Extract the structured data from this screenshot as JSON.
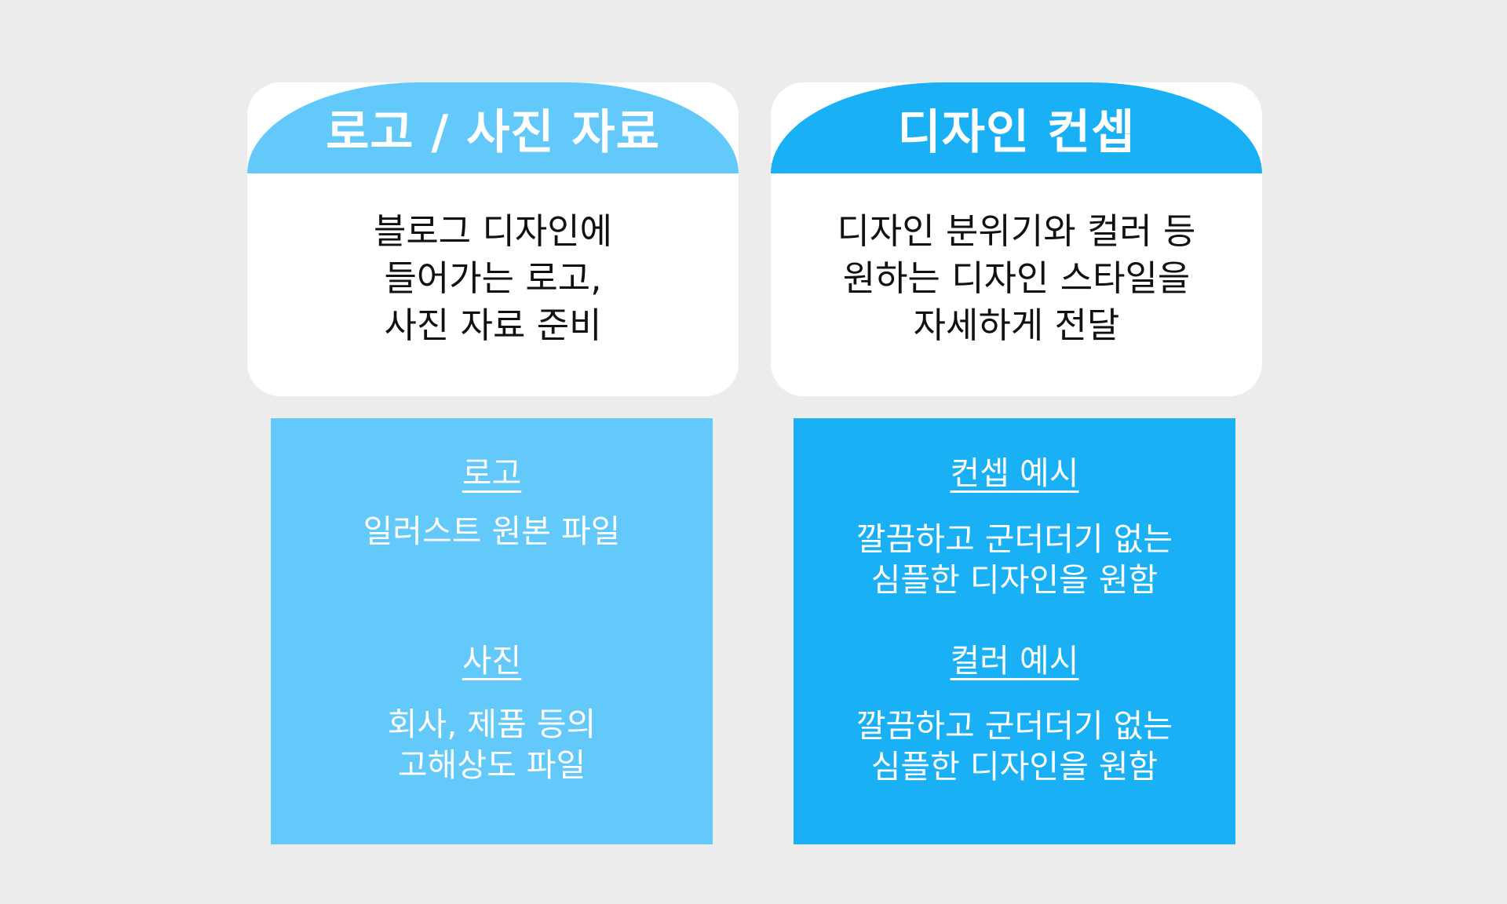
{
  "cards": [
    {
      "title": "로고 / 사진 자료",
      "lines": [
        "블로그 디자인에",
        "들어가는 로고,",
        "사진 자료 준비"
      ],
      "header_color": "#63c8fa"
    },
    {
      "title": "디자인 컨셉",
      "lines": [
        "디자인 분위기와 컬러 등",
        "원하는 디자인 스타일을",
        "자세하게 전달"
      ],
      "header_color": "#1ab0f6"
    }
  ],
  "panels": [
    {
      "color": "#63c8fa",
      "sections": [
        {
          "title": "로고",
          "lines": [
            "일러스트 원본 파일"
          ]
        },
        {
          "title": "사진",
          "lines": [
            "회사, 제품 등의",
            "고해상도 파일"
          ]
        }
      ]
    },
    {
      "color": "#1ab0f6",
      "sections": [
        {
          "title": "컨셉 예시",
          "lines": [
            "깔끔하고 군더더기 없는",
            "심플한 디자인을 원함"
          ]
        },
        {
          "title": "컬러 예시",
          "lines": [
            "깔끔하고 군더더기 없는",
            "심플한 디자인을 원함"
          ]
        }
      ]
    }
  ],
  "background_color": "#ececec"
}
